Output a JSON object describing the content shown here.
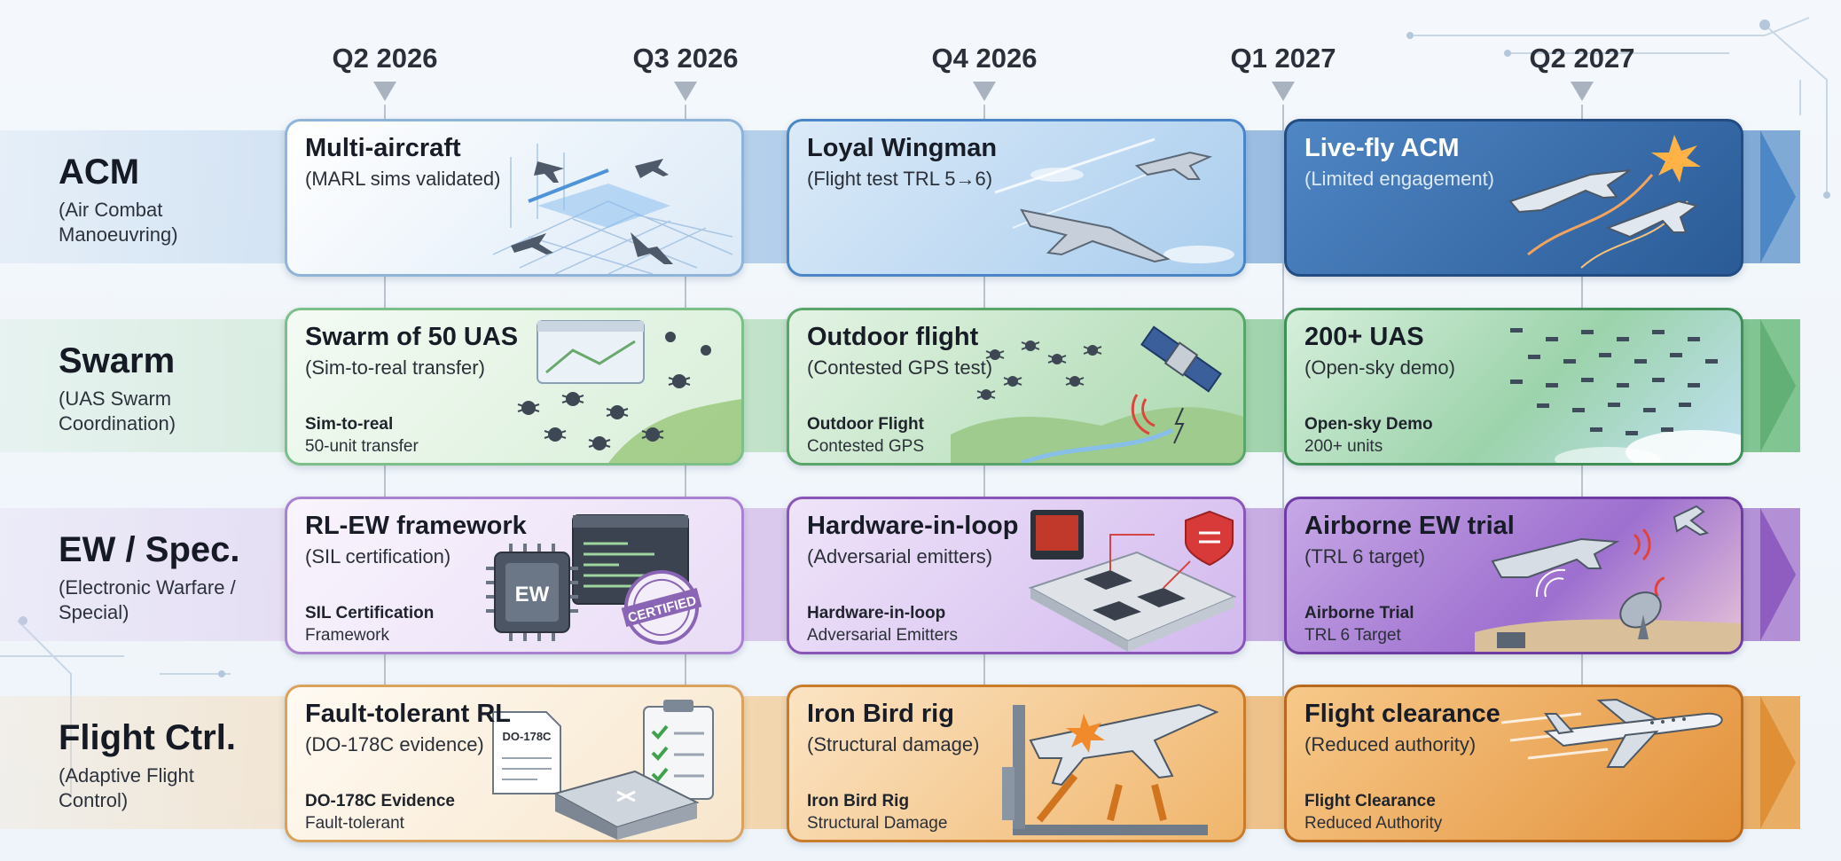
{
  "colors": {
    "acm": "#3f7fbf",
    "swarm": "#58a86a",
    "ew": "#8a55b9",
    "flight": "#d98a32"
  },
  "quarters": [
    "Q2 2026",
    "Q3 2026",
    "Q4 2026",
    "Q1 2027",
    "Q2 2027"
  ],
  "rows": [
    {
      "title": "ACM",
      "subtitle": "(Air Combat Manoeuvring)",
      "cards": [
        {
          "title": "Multi-aircraft",
          "subtitle": "(MARL sims validated)",
          "note_bold": "",
          "note": "",
          "icon": "multi-aircraft-icon"
        },
        {
          "title": "Loyal Wingman",
          "subtitle": "(Flight test TRL 5→6)",
          "note_bold": "",
          "note": "",
          "icon": "wingman-jets-icon"
        },
        {
          "title": "Live-fly ACM",
          "subtitle": "(Limited engagement)",
          "note_bold": "",
          "note": "",
          "icon": "dogfight-jets-icon"
        }
      ]
    },
    {
      "title": "Swarm",
      "subtitle": "(UAS Swarm Coordination)",
      "cards": [
        {
          "title": "Swarm of 50 UAS",
          "subtitle": "(Sim-to-real transfer)",
          "note_bold": "Sim-to-real",
          "note": "50-unit transfer",
          "icon": "drone-swarm-icon"
        },
        {
          "title": "Outdoor flight",
          "subtitle": "(Contested GPS test)",
          "note_bold": "Outdoor Flight",
          "note": "Contested GPS",
          "icon": "satellite-icon"
        },
        {
          "title": "200+ UAS",
          "subtitle": "(Open-sky demo)",
          "note_bold": "Open-sky Demo",
          "note": "200+ units",
          "icon": "large-swarm-icon"
        }
      ]
    },
    {
      "title": "EW / Spec.",
      "subtitle": "(Electronic Warfare / Special)",
      "cards": [
        {
          "title": "RL-EW framework",
          "subtitle": "(SIL certification)",
          "note_bold": "SIL Certification",
          "note": "Framework",
          "icon": "ew-chip-icon",
          "chip_label": "EW",
          "stamp_label": "CERTIFIED"
        },
        {
          "title": "Hardware-in-loop",
          "subtitle": "(Adversarial emitters)",
          "note_bold": "Hardware-in-loop",
          "note": "Adversarial Emitters",
          "icon": "circuit-board-icon"
        },
        {
          "title": "Airborne EW trial",
          "subtitle": "(TRL 6 target)",
          "note_bold": "Airborne Trial",
          "note": "TRL 6 Target",
          "icon": "radar-dish-icon"
        }
      ]
    },
    {
      "title": "Flight Ctrl.",
      "subtitle": "(Adaptive Flight Control)",
      "cards": [
        {
          "title": "Fault-tolerant RL",
          "subtitle": "(DO-178C evidence)",
          "note_bold": "DO-178C Evidence",
          "note": "Fault-tolerant",
          "icon": "document-checklist-icon",
          "doc_label": "DO-178C"
        },
        {
          "title": "Iron Bird rig",
          "subtitle": "(Structural damage)",
          "note_bold": "Iron Bird Rig",
          "note": "Structural Damage",
          "icon": "test-rig-icon"
        },
        {
          "title": "Flight clearance",
          "subtitle": "(Reduced authority)",
          "note_bold": "Flight Clearance",
          "note": "Reduced Authority",
          "icon": "airliner-icon"
        }
      ]
    }
  ]
}
